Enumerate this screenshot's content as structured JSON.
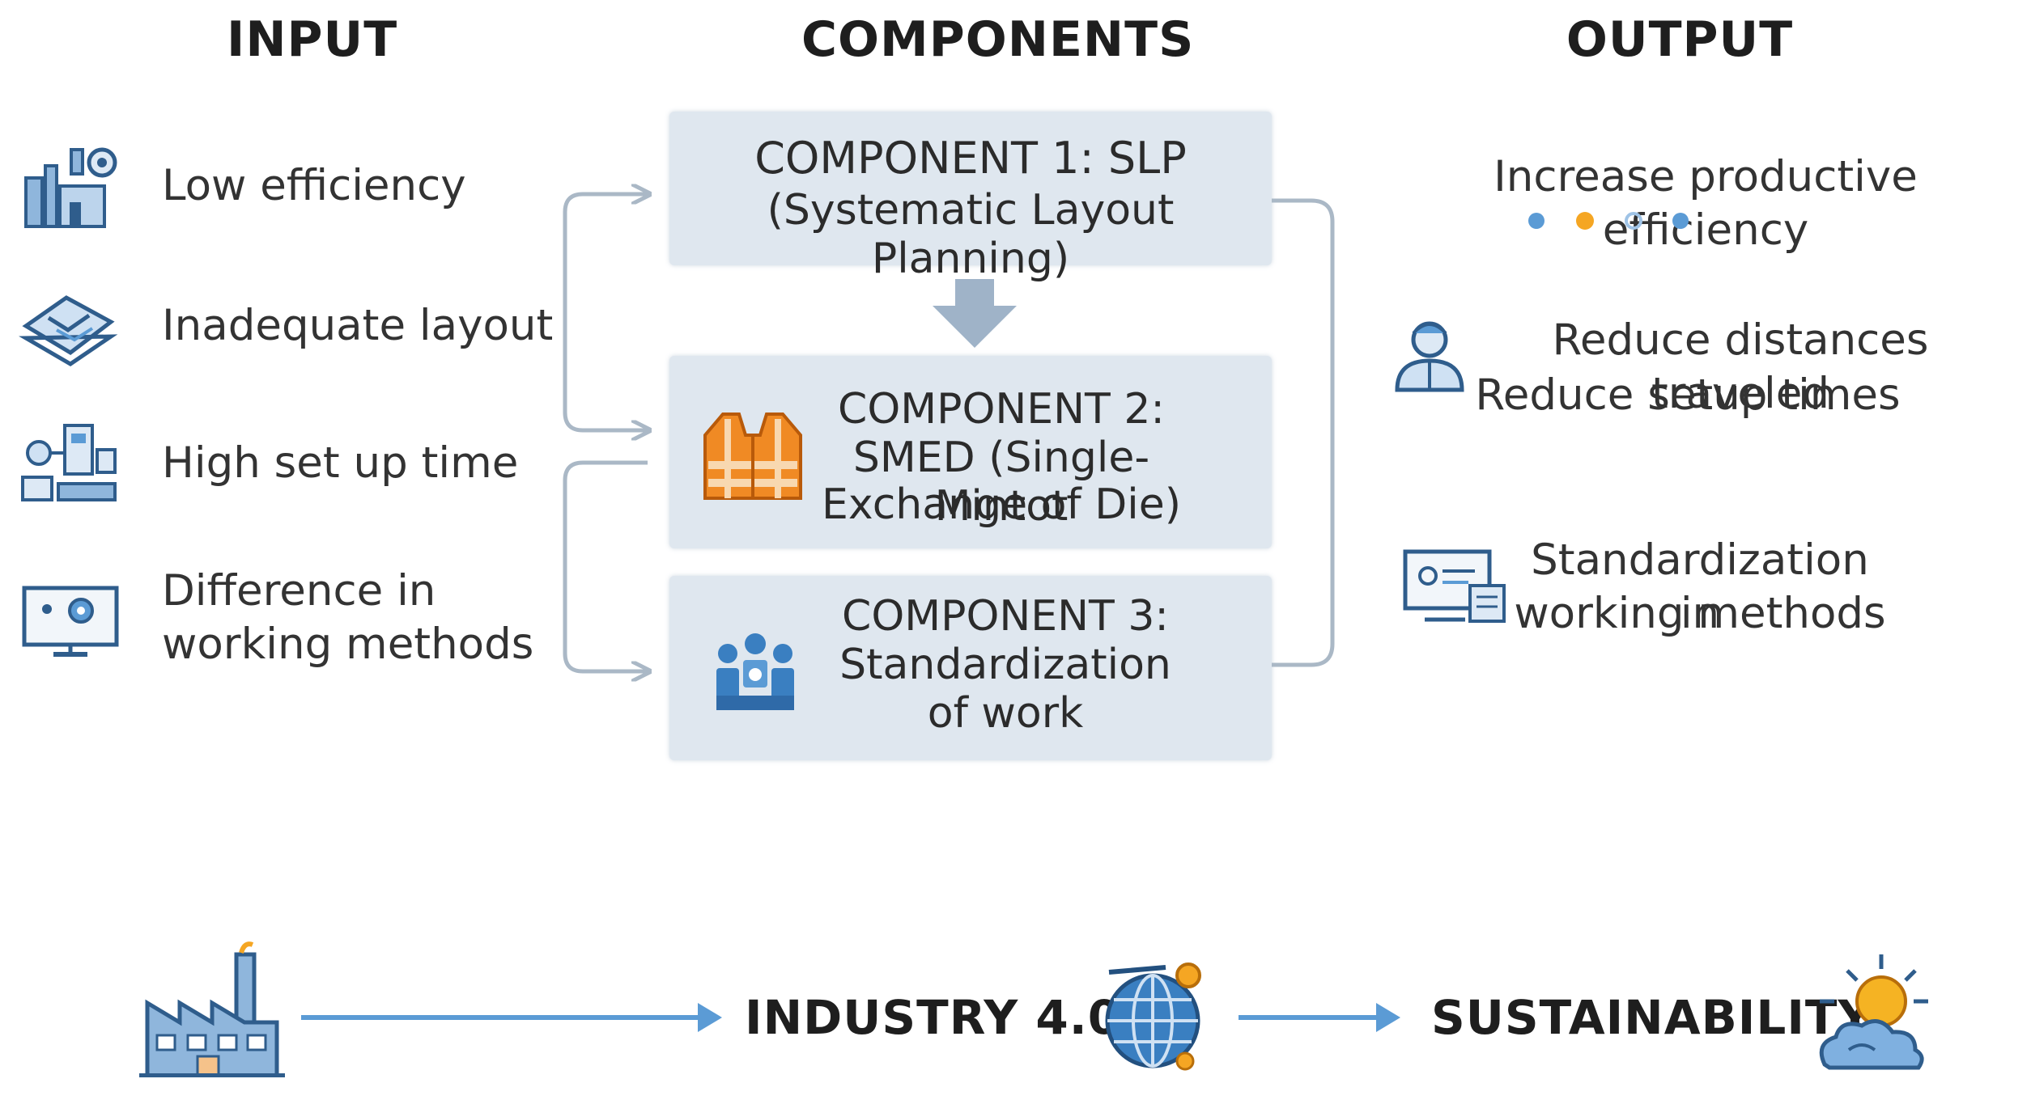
{
  "headers": {
    "input": "INPUT",
    "components": "COMPONENTS",
    "output": "OUTPUT"
  },
  "inputs": [
    {
      "icon": "factory-gear-icon",
      "label": "Low efficiency"
    },
    {
      "icon": "layout-layers-icon",
      "label": "Inadequate layout"
    },
    {
      "icon": "machine-setup-icon",
      "label": "High set up time"
    },
    {
      "icon": "monitor-gear-icon",
      "label": "Difference in working methods"
    }
  ],
  "components": [
    {
      "line1": "COMPONENT 1: SLP",
      "line2": "(Systematic Layout Planning)",
      "line3": ""
    },
    {
      "line1": "COMPONENT 2:",
      "line2": "SMED (Single-Mintot",
      "line3": "Exchange of Die)",
      "icon": "safety-vest-icon"
    },
    {
      "line1": "COMPONENT 3:",
      "line2": "Standardization",
      "line3": "of work",
      "icon": "team-people-icon"
    }
  ],
  "outputs": {
    "item1": "Increase productive efficiency",
    "item2_line1": "Reduce distances traveled",
    "item2_line2": "Reduce setup times",
    "item3_line1": "Standardization in",
    "item3_line2": "working methods",
    "icons": [
      "sparkle-dots-icon",
      "worker-icon",
      "computer-document-icon"
    ]
  },
  "bottom": {
    "industry": "INDUSTRY 4.0",
    "sustainability": "SUSTAINABILITY",
    "icons": [
      "factory-icon",
      "globe-icon",
      "sun-cloud-icon"
    ]
  },
  "colors": {
    "component_fill": "#dfe7ef",
    "arrow_blue": "#5b9bd5",
    "connector_gray": "#aab8c6",
    "icon_blue": "#3a7fc1",
    "vest_orange": "#f08a24"
  }
}
